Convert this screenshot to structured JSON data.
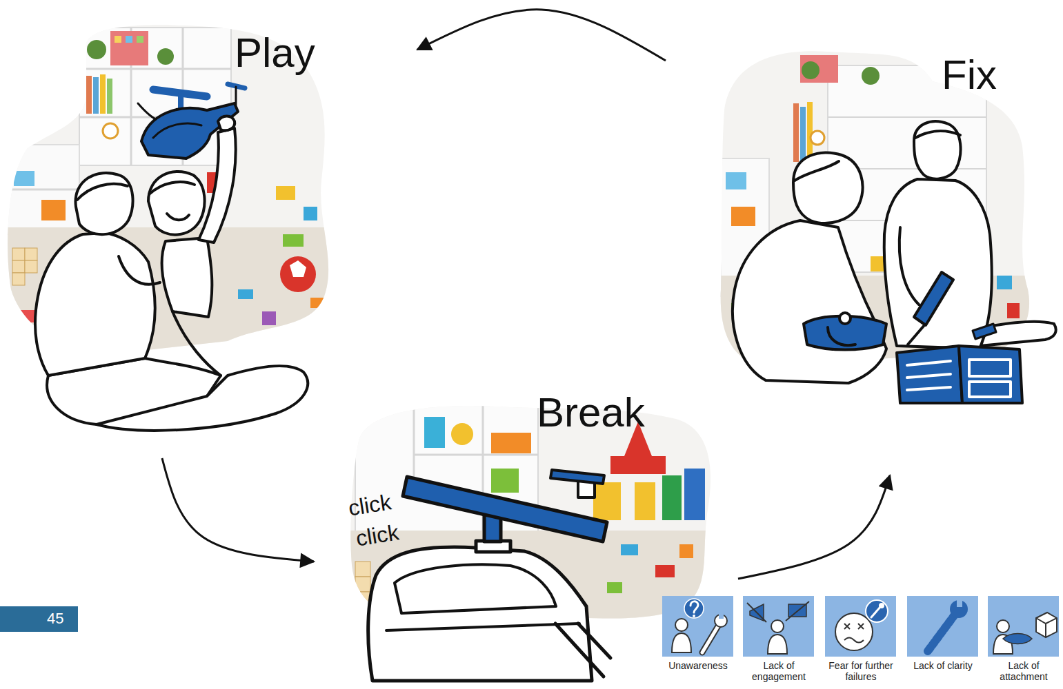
{
  "diagram": {
    "nodes": [
      {
        "text": [
          "Play"
        ]
      },
      {
        "text": [
          "Fix"
        ]
      },
      {
        "text": [
          "Break"
        ]
      },
      {
        "text": [
          "Unawareness"
        ]
      },
      {
        "text": [
          "Lack of engagement"
        ]
      },
      {
        "text": [
          "Fear for further failures"
        ]
      },
      {
        "text": [
          "Lack of clarity"
        ]
      },
      {
        "text": [
          "Lack of attachment"
        ]
      },
      {
        "text": [
          "45"
        ]
      }
    ],
    "edges": [
      {
        "from": 0,
        "to": 2,
        "arrow": "to"
      },
      {
        "from": 2,
        "to": 1,
        "arrow": "to"
      },
      {
        "from": 1,
        "to": 0,
        "arrow": "to"
      }
    ],
    "labels": [
      "click",
      "click"
    ]
  }
}
